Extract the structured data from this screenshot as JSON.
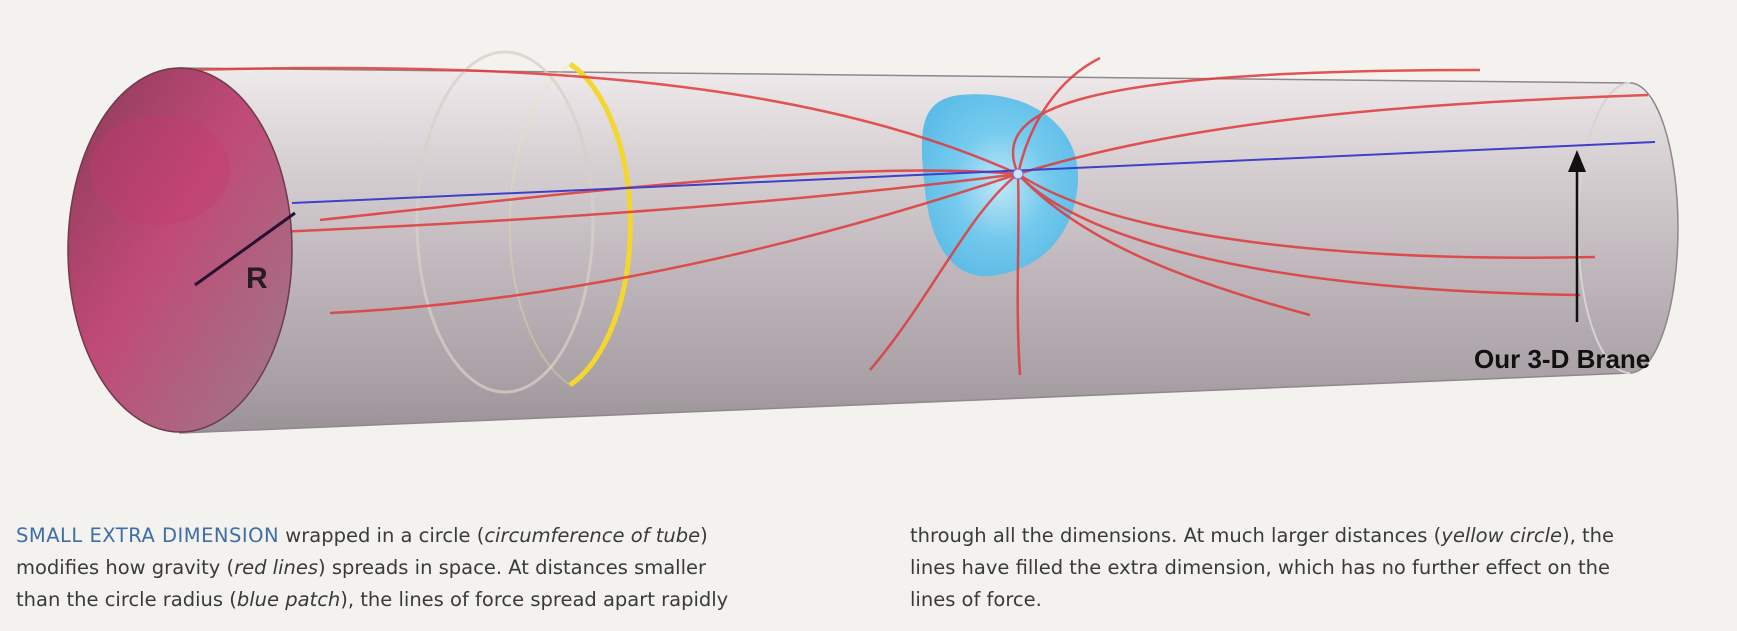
{
  "diagram": {
    "label_R": "R",
    "label_brane": "Our 3-D Brane"
  },
  "caption": {
    "left_lead": "SMALL EXTRA DIMENSION",
    "left_l1_a": " wrapped in a circle (",
    "left_l1_em": "circumference of tube",
    "left_l1_b": ")",
    "left_l2_a": "modifies how gravity (",
    "left_l2_em": "red lines",
    "left_l2_b": ") spreads in space. At distances smaller",
    "left_l3_a": "than the circle radius (",
    "left_l3_em": "blue patch",
    "left_l3_b": "), the lines of force spread apart rapidly",
    "right_l1_a": "through all the dimensions. At much larger distances (",
    "right_l1_em": "yellow circle",
    "right_l1_b": "), the",
    "right_l2": "lines have filled the extra dimension, which has no further effect on the",
    "right_l3": "lines of force."
  },
  "colors": {
    "tube": "#c4bcc0",
    "end_cap": "#b0456e",
    "gravity_lines": "#e0393a",
    "blue_patch": "#5ec3ee",
    "brane_line": "#4040c8",
    "yellow_circle": "#f3d62e",
    "caption_lead": "#3f6ea5"
  }
}
